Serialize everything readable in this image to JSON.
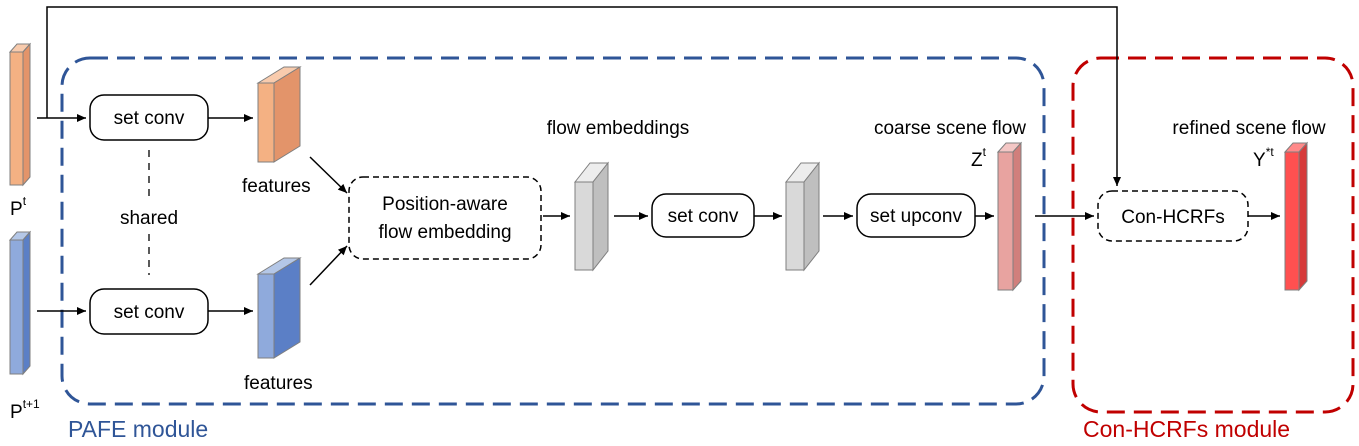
{
  "inputs": {
    "pt": {
      "base": "P",
      "sup": "t"
    },
    "pt1": {
      "base": "P",
      "sup": "t+1"
    }
  },
  "blocks": {
    "set_conv_top": "set conv",
    "set_conv_bottom": "set conv",
    "shared": "shared",
    "features_top": "features",
    "features_bottom": "features",
    "pafe_line1": "Position-aware",
    "pafe_line2": "flow embedding",
    "flow_embeddings": "flow embeddings",
    "set_conv_mid": "set conv",
    "set_upconv": "set upconv",
    "coarse_scene_flow": "coarse scene flow",
    "refined_scene_flow": "refined scene flow",
    "con_hcrfs": "Con-HCRFs"
  },
  "outputs": {
    "zt": {
      "base": "Z",
      "sup": "t"
    },
    "yt": {
      "base": "Y",
      "sup": "*t"
    }
  },
  "modules": {
    "pafe": "PAFE module",
    "conhcrfs": "Con-HCRFs module"
  },
  "colors": {
    "pafe_border": "#2f5597",
    "conhcrfs_border": "#c00000",
    "orange_front": "#f4b183",
    "orange_side": "#e3946a",
    "orange_top": "#f8cbad",
    "blue_front": "#8faadc",
    "blue_side": "#5b7fc6",
    "blue_top": "#b4c7e7",
    "gray_front": "#d9d9d9",
    "gray_side": "#bfbfbf",
    "gray_top": "#ededed",
    "pink_front": "#e8a3a0",
    "pink_side": "#d17f7c",
    "red_front": "#ff5050",
    "red_side": "#d63a3a"
  }
}
